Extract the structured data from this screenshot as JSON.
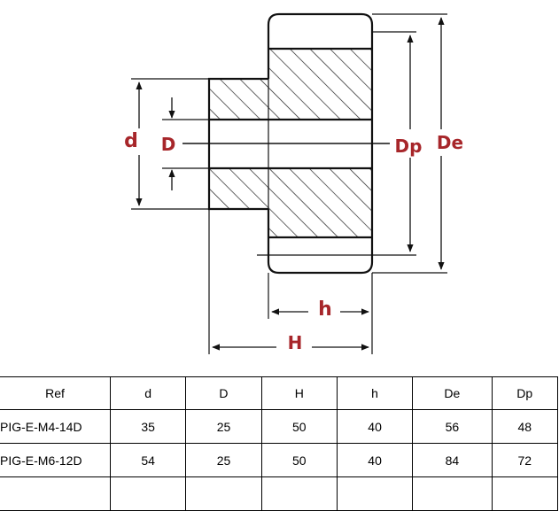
{
  "diagram": {
    "labels": {
      "d": "d",
      "D": "D",
      "Dp": "Dp",
      "De": "De",
      "h": "h",
      "H": "H"
    },
    "label_color": "#a7262a"
  },
  "table": {
    "headers": [
      "Ref",
      "d",
      "D",
      "H",
      "h",
      "De",
      "Dp"
    ],
    "rows": [
      [
        "PIG-E-M4-14D",
        "35",
        "25",
        "50",
        "40",
        "56",
        "48"
      ],
      [
        "PIG-E-M6-12D",
        "54",
        "25",
        "50",
        "40",
        "84",
        "72"
      ],
      [
        "",
        "",
        "",
        "",
        "",
        "",
        ""
      ]
    ]
  }
}
